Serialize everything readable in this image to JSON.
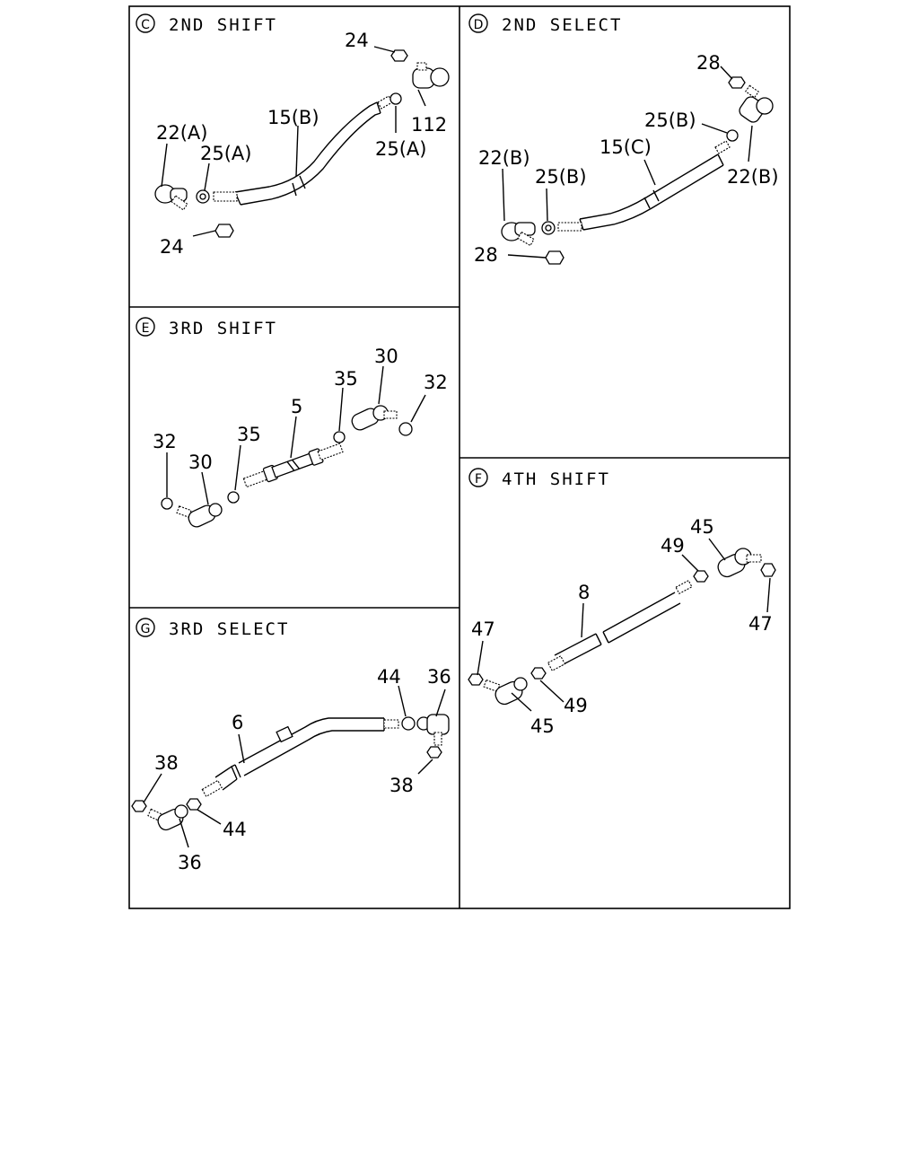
{
  "panels": {
    "c": {
      "letter": "C",
      "title": "2ND SHIFT",
      "labels": {
        "a": "24",
        "b": "15(B)",
        "c": "112",
        "d": "25(A)",
        "e": "22(A)",
        "f": "25(A)",
        "g": "24"
      }
    },
    "d": {
      "letter": "D",
      "title": "2ND SELECT",
      "labels": {
        "a": "28",
        "b": "25(B)",
        "c": "15(C)",
        "d": "22(B)",
        "e": "22(B)",
        "f": "25(B)",
        "g": "28"
      }
    },
    "e": {
      "letter": "E",
      "title": "3RD SHIFT",
      "labels": {
        "a": "30",
        "b": "35",
        "c": "32",
        "d": "5",
        "e": "35",
        "f": "32",
        "g": "30"
      }
    },
    "f": {
      "letter": "F",
      "title": "4TH SHIFT",
      "labels": {
        "a": "45",
        "b": "49",
        "c": "8",
        "d": "47",
        "e": "47",
        "f": "49",
        "g": "45"
      }
    },
    "g": {
      "letter": "G",
      "title": "3RD SELECT",
      "labels": {
        "a": "44",
        "b": "36",
        "c": "6",
        "d": "38",
        "e": "38",
        "f": "44",
        "g": "36"
      }
    }
  }
}
